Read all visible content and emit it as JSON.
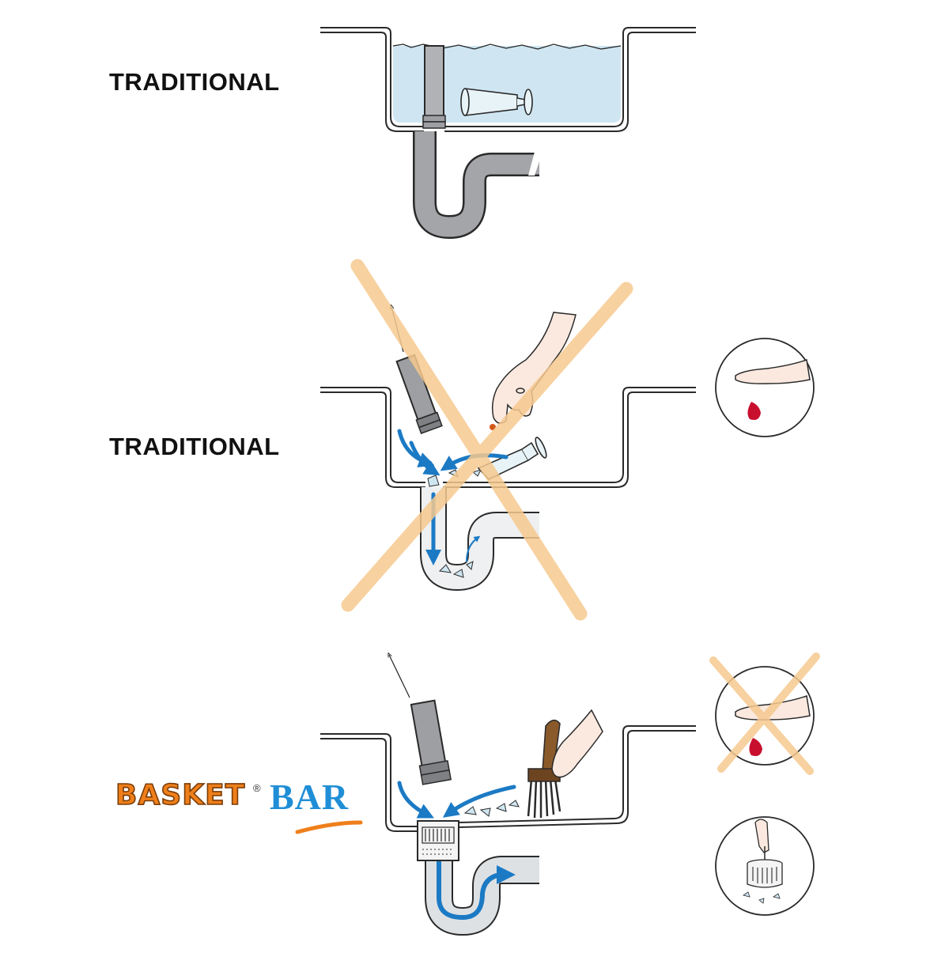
{
  "labels": {
    "top": "TRADITIONAL",
    "middle": "TRADITIONAL"
  },
  "brand": {
    "word1": "BASKET",
    "registered": "®",
    "word2": "BAR",
    "color_basket": "#ef7f1a",
    "color_bar": "#1f8ed6"
  },
  "colors": {
    "water": "#cfe6f2",
    "pipe": "#a3a5a8",
    "pipe_outline": "#2a2a2a",
    "arrow": "#1c7ac4",
    "cross": "#f6c98f",
    "blood": "#c8102e"
  },
  "icons": [
    "cut-finger-icon",
    "crossed-cut-finger-icon",
    "basket-lift-icon"
  ]
}
